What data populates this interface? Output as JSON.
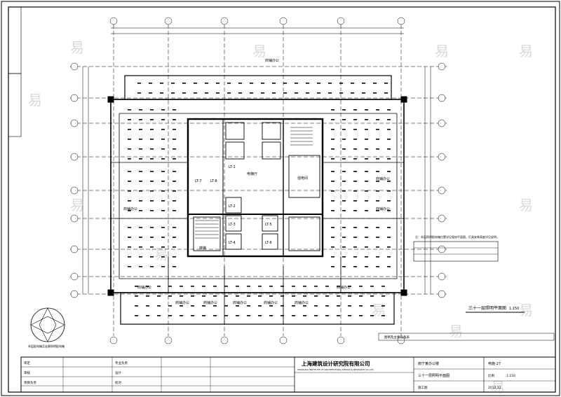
{
  "drawing": {
    "plan_title": "三十一层照明平面图",
    "plan_scale": "1:150",
    "north_arrow_note": "本层配电箱至走廊照明配电箱",
    "room_labels": {
      "office": "商铺办公",
      "machine_room": "强电间",
      "stair": "楼梯",
      "elevator_hall": "电梯厅",
      "elevators": [
        "LT-1",
        "LT-2",
        "LT-3",
        "LT-4",
        "LT-5",
        "LT-6",
        "LT-7",
        "LT-8"
      ]
    },
    "note_block": "注：本层照明配电箱位置详见强电平面图，灯具安装高度详见说明。",
    "legend_header": "图例及主要设备表"
  },
  "title_block": {
    "company": "上海建筑设计研究院有限公司",
    "company_en": "SHANGHAI INSTITUTE OF ARCHITECTURAL DESIGN & RESEARCH CO.,LTD",
    "project": "南宁某办公楼",
    "drawing_name": "三十一层照明平面图",
    "drawing_no": "电施-27",
    "scale_label": "比例",
    "scale": "1:150",
    "date": "2012.12",
    "design_stage": "施工图",
    "roles": [
      "审定",
      "审核",
      "项目负责",
      "专业负责",
      "设计",
      "校对"
    ],
    "watermark": "易"
  }
}
